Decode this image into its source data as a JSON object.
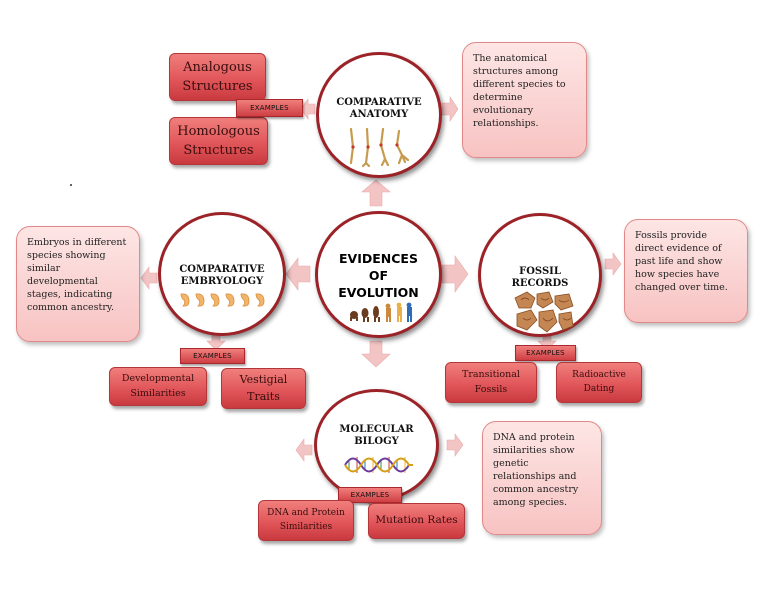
{
  "center": {
    "title_line1": "EVIDENCES",
    "title_line2": "OF",
    "title_line3": "EVOLUTION"
  },
  "anatomy": {
    "title_line1": "COMPARATIVE",
    "title_line2": "ANATOMY",
    "examples_label": "EXAMPLES",
    "example1_line1": "Analogous",
    "example1_line2": "Structures",
    "example2_line1": "Homologous",
    "example2_line2": "Structures",
    "description": "The anatomical structures among different species to determine evolutionary relationships."
  },
  "embryology": {
    "title_line1": "COMPARATIVE",
    "title_line2": "EMBRYOLOGY",
    "examples_label": "EXAMPLES",
    "example1_line1": "Developmental",
    "example1_line2": "Similarities",
    "example2_line1": "Vestigial",
    "example2_line2": "Traits",
    "description": "Embryos in different species showing similar developmental stages, indicating common ancestry."
  },
  "fossil": {
    "title_line1": "FOSSIL",
    "title_line2": "RECORDS",
    "examples_label": "EXAMPLES",
    "example1_line1": "Transitional",
    "example1_line2": "Fossils",
    "example2_line1": "Radioactive",
    "example2_line2": "Dating",
    "description": "Fossils provide direct evidence of past life and show how species have changed over time."
  },
  "molecular": {
    "title_line1": "MOLECULAR",
    "title_line2": "BILOGY",
    "examples_label": "EXAMPLES",
    "example1_line1": "DNA and Protein",
    "example1_line2": "Similarities",
    "example2_line1": "Mutation Rates",
    "description": "DNA and protein similarities show genetic relationships and common ancestry among species."
  },
  "colors": {
    "circle_border": "#9b2328",
    "box_fill": "#e1565a",
    "desc_fill": "#f9d3d2",
    "arrow_fill": "#f3c4c4"
  },
  "icons": [
    "evolution-figures-icon",
    "bone-limbs-icon",
    "embryo-stages-icon",
    "fossil-rocks-icon",
    "dna-helix-icon",
    "block-arrow-icon"
  ]
}
